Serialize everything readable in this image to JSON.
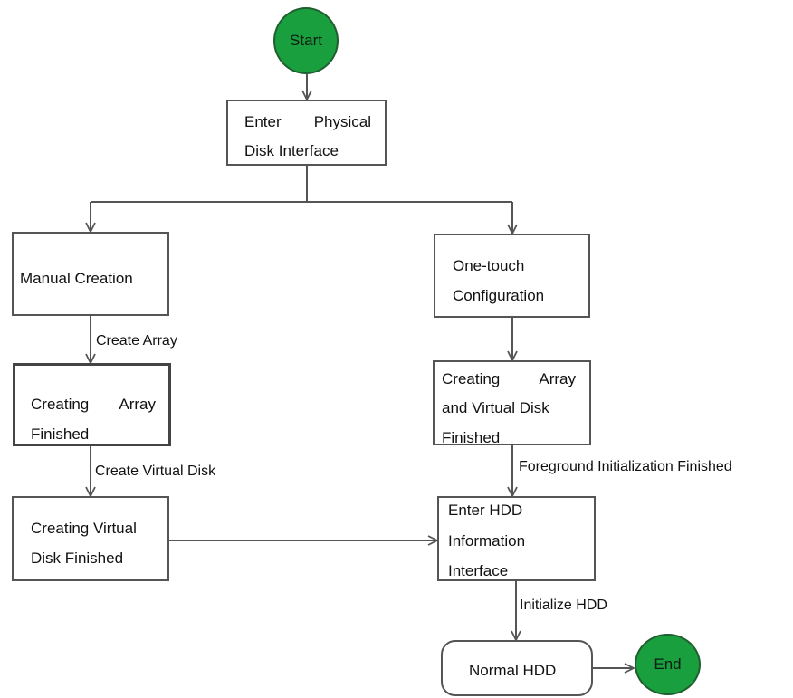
{
  "start": "Start",
  "end": "End",
  "nodes": {
    "enter_physical": {
      "line1a": "Enter",
      "line1b": "Physical",
      "line2": "Disk Interface"
    },
    "manual_creation": {
      "line1": "Manual Creation"
    },
    "one_touch": {
      "line1": "One-touch",
      "line2": "Configuration"
    },
    "creating_array_finished": {
      "line1a": "Creating",
      "line1b": "Array",
      "line2": "Finished"
    },
    "creating_array_vdisk": {
      "line1a": "Creating",
      "line1b": "Array",
      "line2": "and Virtual Disk",
      "line3": "Finished"
    },
    "creating_vdisk_finished": {
      "line1": "Creating Virtual",
      "line2": "Disk Finished"
    },
    "enter_hdd_info": {
      "line1": "Enter HDD",
      "line2": "Information",
      "line3": "Interface"
    },
    "normal_hdd": {
      "line1": "Normal HDD"
    }
  },
  "edge_labels": {
    "create_array": "Create Array",
    "create_virtual_disk": "Create Virtual Disk",
    "foreground_init": "Foreground Initialization Finished",
    "initialize_hdd": "Initialize HDD"
  },
  "colors": {
    "terminal_fill": "#1a9f3f",
    "terminal_border": "#1f5e2e",
    "line": "#555555"
  }
}
